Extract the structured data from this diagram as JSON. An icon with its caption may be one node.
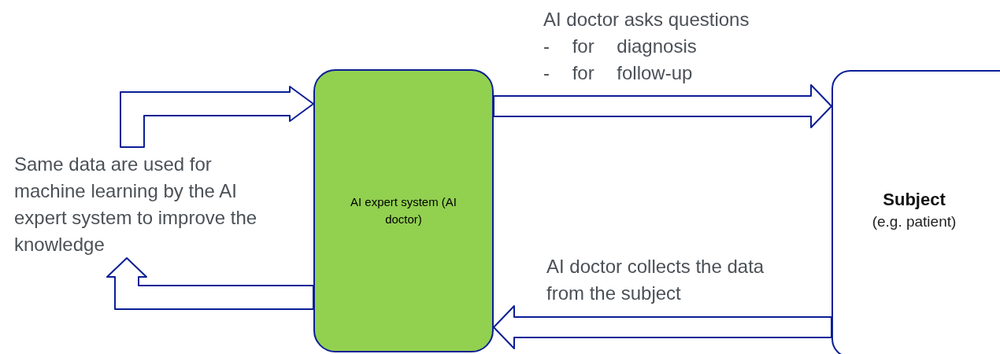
{
  "diagram": {
    "nodes": [
      {
        "text": [
          "AI expert system (AI doctor)"
        ]
      },
      {
        "text": [
          "Subject",
          "(e.g. patient)"
        ]
      },
      {
        "text": [
          "Same data are used for machine learning by the AI expert system to improve the knowledge"
        ]
      }
    ],
    "edges": [
      {
        "from": 0,
        "to": 1,
        "arrow": "to"
      },
      {
        "from": 1,
        "to": 0,
        "arrow": "to",
        "label": "AI doctor collects the data from the subject"
      },
      {
        "from": 2,
        "to": 0,
        "arrow": "to"
      },
      {
        "from": 0,
        "to": 2,
        "arrow": "to"
      }
    ],
    "labels": [
      "AI doctor asks questions",
      "- for diagnosis",
      "- for follow-up"
    ]
  }
}
